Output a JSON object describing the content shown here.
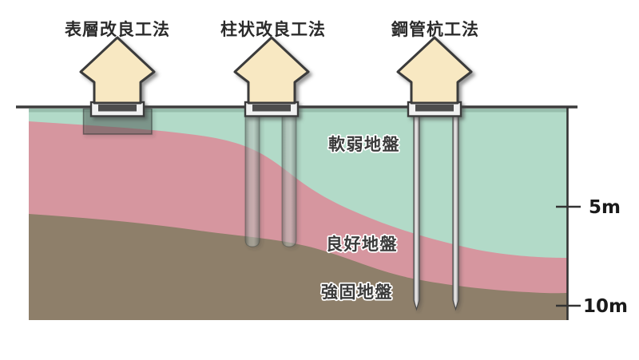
{
  "diagram": {
    "methods": [
      {
        "label": "表層改良工法"
      },
      {
        "label": "柱状改良工法"
      },
      {
        "label": "鋼管杭工法"
      }
    ],
    "layers": [
      {
        "label": "軟弱地盤",
        "color": "#b2dac8"
      },
      {
        "label": "良好地盤",
        "color": "#d6969f"
      },
      {
        "label": "強固地盤",
        "color": "#8e7f6a"
      }
    ],
    "depth_markers": [
      {
        "label": "5m"
      },
      {
        "label": "10m"
      }
    ],
    "colors": {
      "house": "#f8e8c2",
      "outline": "#3b3b3b",
      "foundation": "#f1f1f1",
      "foundation_bar": "#4d4d4d",
      "text": "#2b2b2b"
    }
  }
}
